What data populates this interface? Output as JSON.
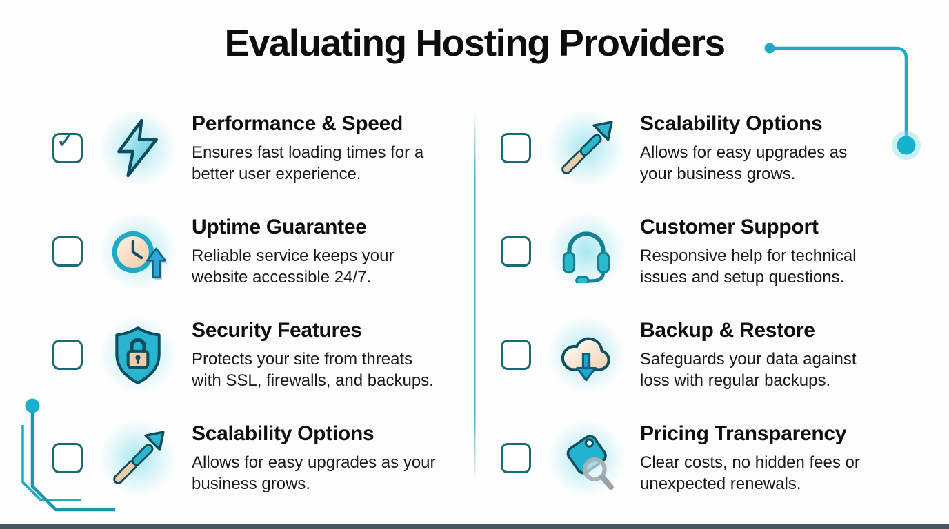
{
  "page_title": "Evaluating Hosting Providers",
  "colors": {
    "accent_teal": "#1fadc7",
    "outline_dark_teal": "#0f4e61",
    "checkbox_teal": "#1a6a74",
    "peach": "#f4cba6",
    "glow_cyan": "#9ae4ee",
    "title_text": "#0d0d0d",
    "body_text": "#191919",
    "bottom_bar": "#3c4650"
  },
  "columns": [
    {
      "items": [
        {
          "icon": "lightning-icon",
          "checked": true,
          "checkmark": "✓",
          "title": "Performance & Speed",
          "desc": [
            "Ensures fast loading times for a",
            "better user experience."
          ]
        },
        {
          "icon": "uptime-clock-icon",
          "checked": false,
          "checkmark": "",
          "title": "Uptime Guarantee",
          "desc": [
            "Reliable service keeps your",
            "website accessible 24/7."
          ]
        },
        {
          "icon": "shield-lock-icon",
          "checked": false,
          "checkmark": "",
          "title": "Security Features",
          "desc": [
            "Protects your site from threats",
            "with SSL, firewalls, and backups."
          ]
        },
        {
          "icon": "growth-arrow-icon",
          "checked": false,
          "checkmark": "",
          "title": "Scalability Options",
          "desc": [
            "Allows for easy upgrades as your",
            "business grows."
          ]
        }
      ]
    },
    {
      "items": [
        {
          "icon": "growth-arrow-icon",
          "checked": false,
          "checkmark": "",
          "title": "Scalability Options",
          "desc": [
            "Allows for easy upgrades as",
            "your business grows."
          ]
        },
        {
          "icon": "headset-icon",
          "checked": false,
          "checkmark": "",
          "title": "Customer Support",
          "desc": [
            "Responsive help for technical",
            "issues and setup questions."
          ]
        },
        {
          "icon": "cloud-download-icon",
          "checked": false,
          "checkmark": "",
          "title": "Backup & Restore",
          "desc": [
            "Safeguards your data against",
            "loss with regular backups."
          ]
        },
        {
          "icon": "price-tag-search-icon",
          "checked": false,
          "checkmark": "",
          "title": "Pricing Transparency",
          "desc": [
            "Clear costs, no hidden fees or",
            "unexpected renewals."
          ]
        }
      ]
    }
  ]
}
